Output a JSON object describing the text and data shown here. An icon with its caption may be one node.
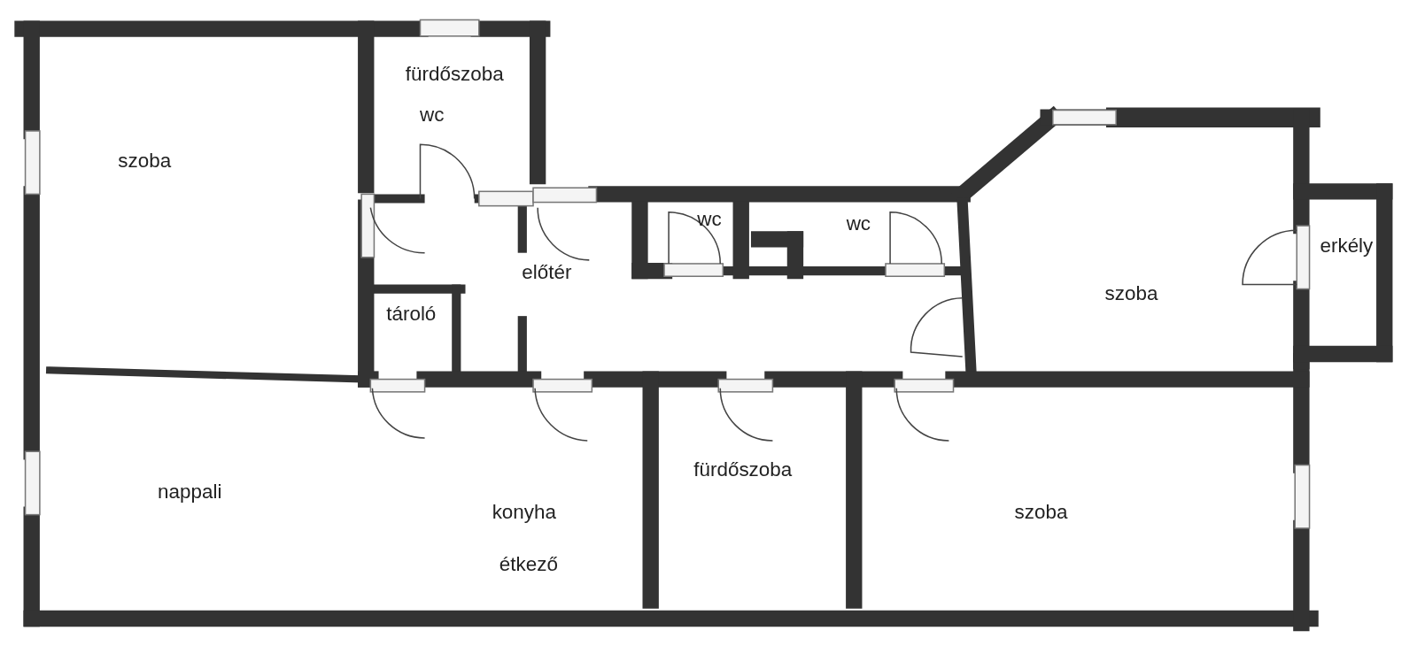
{
  "diagram": {
    "nodes": [
      {
        "text": [
          "szoba"
        ]
      },
      {
        "text": [
          "fürdőszoba",
          "wc"
        ]
      },
      {
        "text": [
          "előtér"
        ]
      },
      {
        "text": [
          "tároló"
        ]
      },
      {
        "text": [
          "wc"
        ]
      },
      {
        "text": [
          "wc"
        ]
      },
      {
        "text": [
          "szoba"
        ]
      },
      {
        "text": [
          "erkély"
        ]
      },
      {
        "text": [
          "nappali",
          "konyha",
          "étkező"
        ]
      },
      {
        "text": [
          "fürdőszoba"
        ]
      },
      {
        "text": [
          "szoba"
        ]
      }
    ]
  }
}
